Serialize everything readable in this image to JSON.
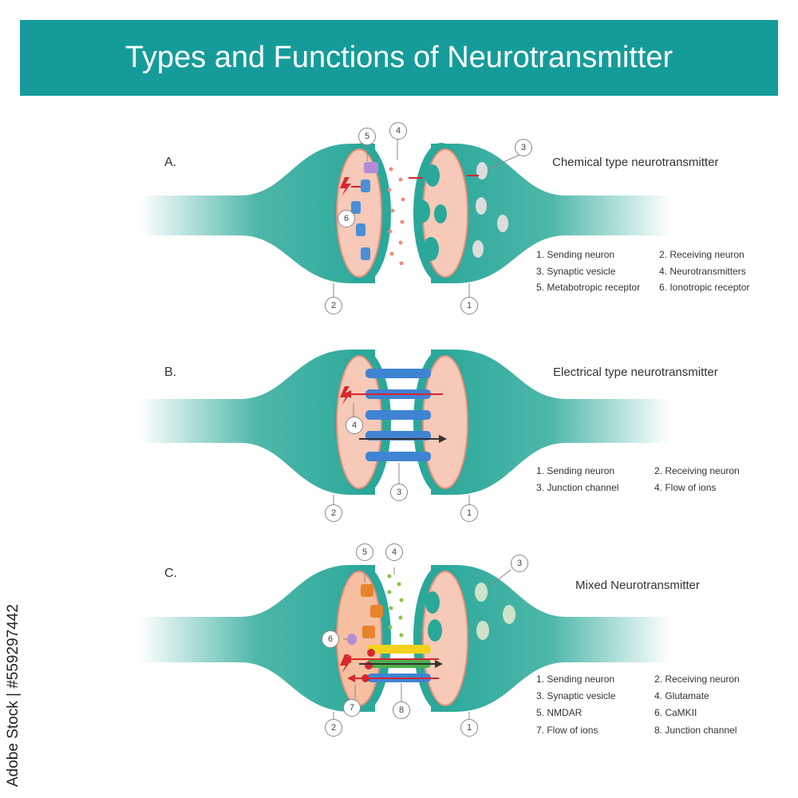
{
  "header": {
    "title": "Types and Functions of Neurotransmitter"
  },
  "colors": {
    "banner": "#159c9a",
    "neuron": "#2aa89a",
    "interior": "#f6c9b8",
    "arrow_red": "#d7262f"
  },
  "sections": [
    {
      "letter": "A.",
      "title": "Chemical type neurotransmitter",
      "callouts": [
        "5",
        "4",
        "3",
        "6",
        "2",
        "1"
      ],
      "legend": [
        "1. Sending neuron",
        "2. Receiving neuron",
        "3. Synaptic vesicle",
        "4. Neurotransmitters",
        "5. Metabotropic receptor",
        "6. Ionotropic receptor"
      ]
    },
    {
      "letter": "B.",
      "title": "Electrical type neurotransmitter",
      "callouts": [
        "4",
        "3",
        "2",
        "1"
      ],
      "legend": [
        "1. Sending neuron",
        "2. Receiving neuron",
        "3. Junction channel",
        "4. Flow of ions"
      ]
    },
    {
      "letter": "C.",
      "title": "Mixed Neurotransmitter",
      "callouts": [
        "5",
        "4",
        "3",
        "6",
        "7",
        "8",
        "2",
        "1"
      ],
      "legend": [
        "1. Sending neuron",
        "2. Receiving neuron",
        "3. Synaptic vesicle",
        "4. Glutamate",
        "5. NMDAR",
        "6. CaMKII",
        "7. Flow of ions",
        "8. Junction channel"
      ]
    }
  ],
  "credit": "Adobe Stock | #559297442"
}
